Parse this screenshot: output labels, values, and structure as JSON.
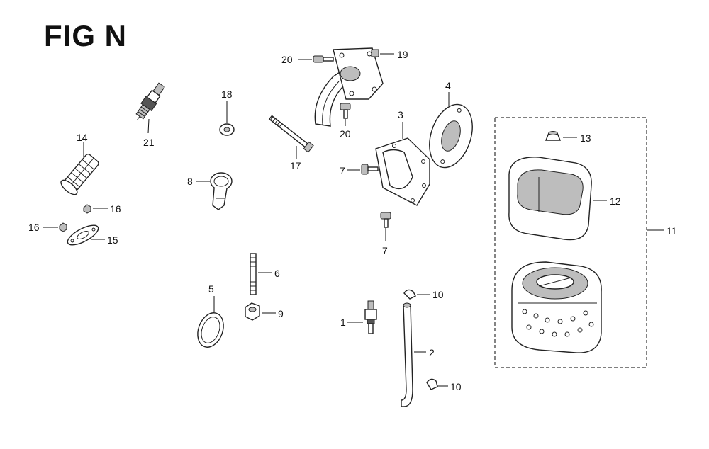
{
  "figure_title": "FIG N",
  "callouts": {
    "p1": "1",
    "p2": "2",
    "p3": "3",
    "p4": "4",
    "p5": "5",
    "p6": "6",
    "p7a": "7",
    "p7b": "7",
    "p8": "8",
    "p9": "9",
    "p10a": "10",
    "p10b": "10",
    "p11": "11",
    "p12": "12",
    "p13": "13",
    "p14": "14",
    "p15": "15",
    "p16a": "16",
    "p16b": "16",
    "p17": "17",
    "p18": "18",
    "p19": "19",
    "p20a": "20",
    "p20b": "20",
    "p21": "21"
  }
}
